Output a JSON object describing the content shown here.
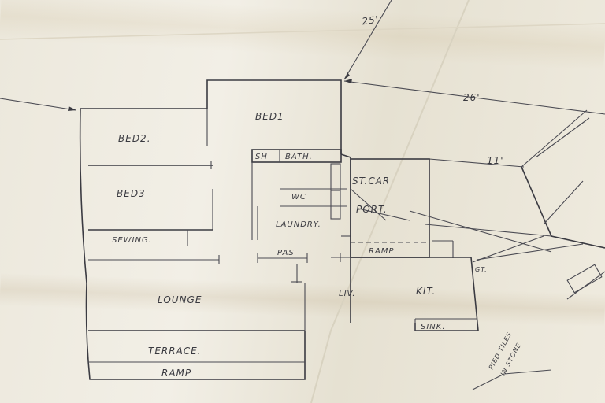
{
  "rooms": {
    "bed1": "BED1",
    "bed2": "BED2.",
    "bed3": "BED3",
    "sewing": "SEWING.",
    "sh": "SH",
    "bath": "BATH.",
    "wc": "WC",
    "laundry": "LAUNDRY.",
    "pas": "PAS",
    "lounge": "LOUNGE",
    "terrace": "TERRACE.",
    "ramp_lower": "RAMP",
    "stcar": "ST.CAR",
    "port": "PORT.",
    "ramp_carport": "RAMP",
    "liv": "LIV.",
    "kit": "KIT.",
    "sink": "SINK.",
    "gt": "GT."
  },
  "dimensions": {
    "d26": "26'",
    "d11": "11'",
    "d25": "25'"
  },
  "notes": {
    "pied_tiles": "PIED TILES",
    "in_stone": "IN STONE"
  }
}
